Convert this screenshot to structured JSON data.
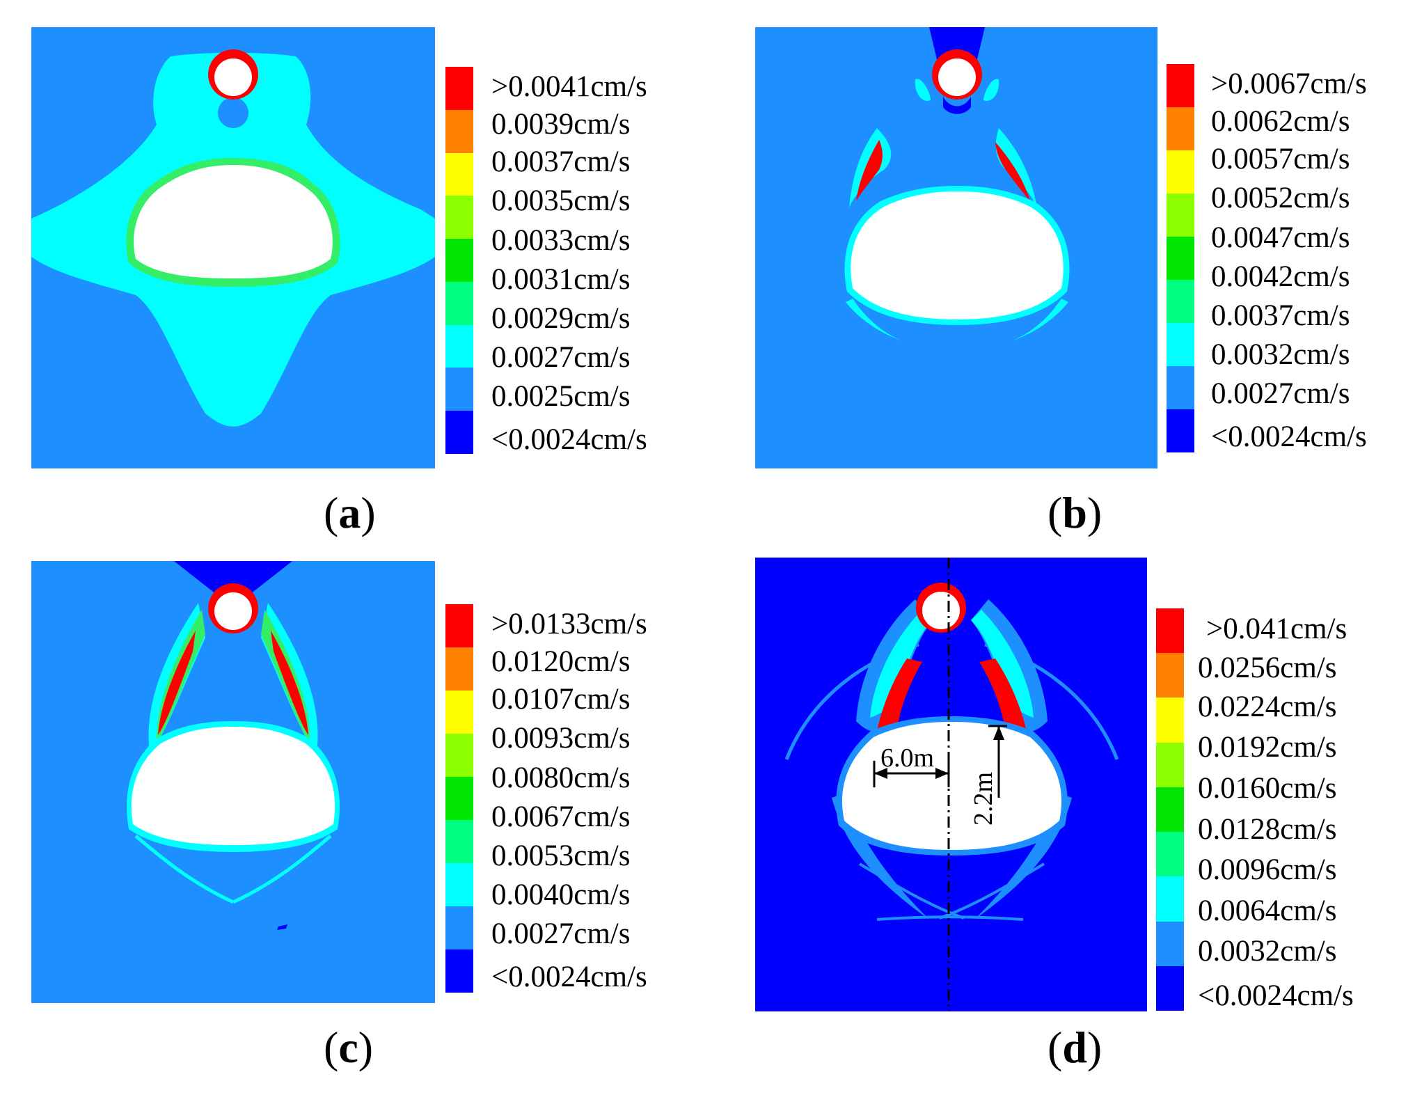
{
  "panels": [
    {
      "id": "a",
      "caption_letter": "a",
      "legend": [
        ">0.0041cm/s",
        "0.0039cm/s",
        "0.0037cm/s",
        "0.0035cm/s",
        "0.0033cm/s",
        "0.0031cm/s",
        "0.0029cm/s",
        "0.0027cm/s",
        "0.0025cm/s",
        "<0.0024cm/s"
      ]
    },
    {
      "id": "b",
      "caption_letter": "b",
      "legend": [
        ">0.0067cm/s",
        "0.0062cm/s",
        "0.0057cm/s",
        "0.0052cm/s",
        "0.0047cm/s",
        "0.0042cm/s",
        "0.0037cm/s",
        "0.0032cm/s",
        "0.0027cm/s",
        "<0.0024cm/s"
      ]
    },
    {
      "id": "c",
      "caption_letter": "c",
      "legend": [
        ">0.0133cm/s",
        "0.0120cm/s",
        "0.0107cm/s",
        "0.0093cm/s",
        "0.0080cm/s",
        "0.0067cm/s",
        "0.0053cm/s",
        "0.0040cm/s",
        "0.0027cm/s",
        "<0.0024cm/s"
      ]
    },
    {
      "id": "d",
      "caption_letter": "d",
      "legend": [
        ">0.041cm/s",
        "0.0256cm/s",
        "0.0224cm/s",
        "0.0192cm/s",
        "0.0160cm/s",
        "0.0128cm/s",
        "0.0096cm/s",
        "0.0064cm/s",
        "0.0032cm/s",
        "<0.0024cm/s"
      ],
      "annotations": {
        "horizontal_dimension": "6.0m",
        "vertical_dimension": "2.2m"
      }
    }
  ],
  "colors": {
    "scale": [
      "#ff0000",
      "#ff7f00",
      "#ffff00",
      "#8cff00",
      "#00e600",
      "#00ff80",
      "#00ffff",
      "#1e8fff",
      "#0000ff"
    ],
    "background_blue": "#1e8fff",
    "deep_blue": "#0000ff",
    "cyan": "#00ffff",
    "red": "#ff0000",
    "green": "#33ee66"
  }
}
